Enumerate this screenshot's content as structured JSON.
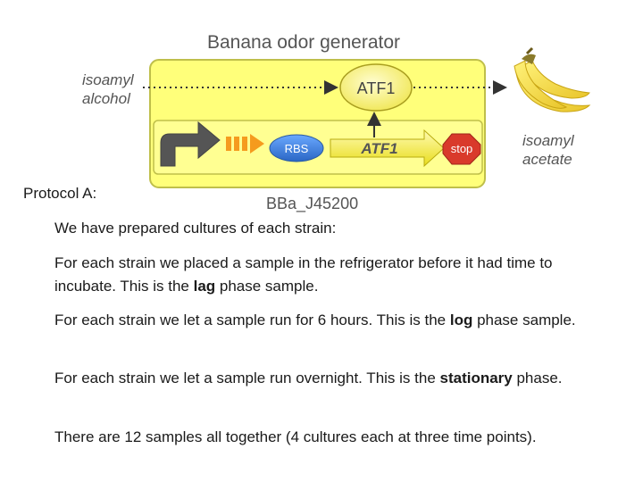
{
  "diagram": {
    "title": "Banana odor generator",
    "part_id": "BBa_J45200",
    "input_label": [
      "isoamyl",
      "alcohol"
    ],
    "output_label": [
      "isoamyl",
      "acetate"
    ],
    "enzyme_label": "ATF1",
    "parts": {
      "rbs": "RBS",
      "gene": "ATF1",
      "terminator": "stop"
    },
    "colors": {
      "background": "#ffff7a",
      "border": "#bfbf4a",
      "enzyme_fill": "#f6f05c",
      "rbs_fill": "#3a7fd8",
      "gene_fill": "#f2ec3a",
      "stop_fill": "#d93a2b",
      "promoter_fill": "#555555",
      "spacer_fill": "#f59b1e"
    },
    "icons": [
      "promoter-arrow-icon",
      "banana-icon"
    ]
  },
  "protocol": {
    "heading": "Protocol A:",
    "intro": "We have prepared cultures of each strain:",
    "lag": {
      "pre": "For each strain we placed a sample in the refrigerator before it had time to incubate. This is the ",
      "bold": "lag",
      "post": " phase sample."
    },
    "log": {
      "pre": "For each strain we let a sample run for 6 hours. This is the ",
      "bold": "log",
      "post": " phase sample."
    },
    "stationary": {
      "pre": "For each strain we let a sample run overnight. This is the ",
      "bold": "stationary",
      "post": " phase."
    },
    "summary": "There are 12 samples all together (4 cultures each at three time points)."
  }
}
